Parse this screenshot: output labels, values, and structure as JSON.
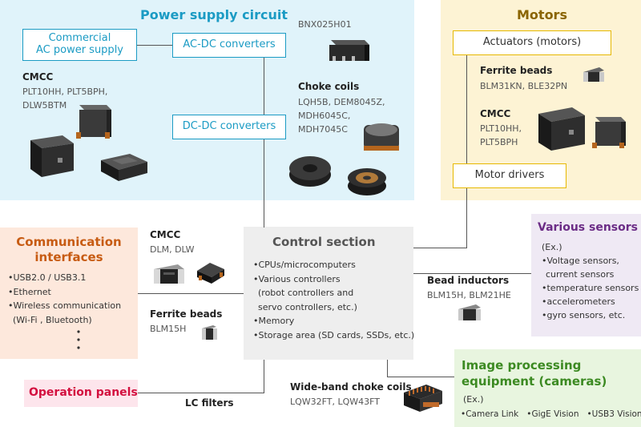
{
  "colors": {
    "power_bg": "#e0f3fa",
    "power_accent": "#1b9bc4",
    "motors_bg": "#fdf3d4",
    "motors_accent": "#8a6400",
    "motors_box_border": "#e6b800",
    "comm_bg": "#fde8dc",
    "comm_accent": "#c75b12",
    "sensors_bg": "#efe9f4",
    "sensors_accent": "#6b2c86",
    "image_bg": "#e8f5df",
    "image_accent": "#3c8a22",
    "operation_bg": "#fde5ec",
    "operation_accent": "#d3103f",
    "control_bg": "#eeeeee"
  },
  "power": {
    "title": "Power supply circuit",
    "commercial_line1": "Commercial",
    "commercial_line2": "AC power supply",
    "acdc": "AC-DC converters",
    "dcdc": "DC-DC converters",
    "bnx": "BNX025H01",
    "cmcc_label": "CMCC",
    "cmcc_parts": [
      "PLT10HH, PLT5BPH,",
      "DLW5BTM"
    ],
    "choke_label": "Choke coils",
    "choke_parts": [
      "LQH5B, DEM8045Z,",
      "MDH6045C,",
      "MDH7045C"
    ]
  },
  "motors": {
    "title": "Motors",
    "actuators": "Actuators (motors)",
    "ferrite_label": "Ferrite beads",
    "ferrite_parts": "BLM31KN, BLE32PN",
    "cmcc_label": "CMCC",
    "cmcc_parts": [
      "PLT10HH,",
      "PLT5BPH"
    ],
    "drivers": "Motor drivers"
  },
  "comm": {
    "title_line1": "Communication",
    "title_line2": "interfaces",
    "items": [
      "•USB2.0 / USB3.1",
      "•Ethernet",
      "•Wireless communication",
      "(Wi-Fi , Bluetooth)"
    ]
  },
  "comm_parts": {
    "cmcc_label": "CMCC",
    "cmcc_parts": "DLM, DLW",
    "ferrite_label": "Ferrite beads",
    "ferrite_parts": "BLM15H"
  },
  "control": {
    "title": "Control section",
    "items": [
      "•CPUs/microcomputers",
      "•Various controllers",
      "(robot controllers and",
      "servo controllers, etc.)",
      "•Memory",
      "•Storage area (SD cards, SSDs, etc.)"
    ]
  },
  "sensors": {
    "title": "Various sensors",
    "ex": "(Ex.)",
    "items": [
      "•Voltage sensors,",
      "current sensors",
      "•temperature sensors",
      "•accelerometers",
      "•gyro sensors, etc."
    ]
  },
  "bead": {
    "label": "Bead inductors",
    "parts": "BLM15H, BLM21HE"
  },
  "image": {
    "title_line1": "Image processing",
    "title_line2": "equipment (cameras)",
    "ex": "(Ex.)",
    "items": "•Camera Link   •GigE Vision   •USB3 Vision"
  },
  "operation": {
    "title": "Operation panels"
  },
  "lc": {
    "label": "LC filters"
  },
  "wideband": {
    "label": "Wide-band choke coils",
    "parts": "LQW32FT, LQW43FT"
  }
}
